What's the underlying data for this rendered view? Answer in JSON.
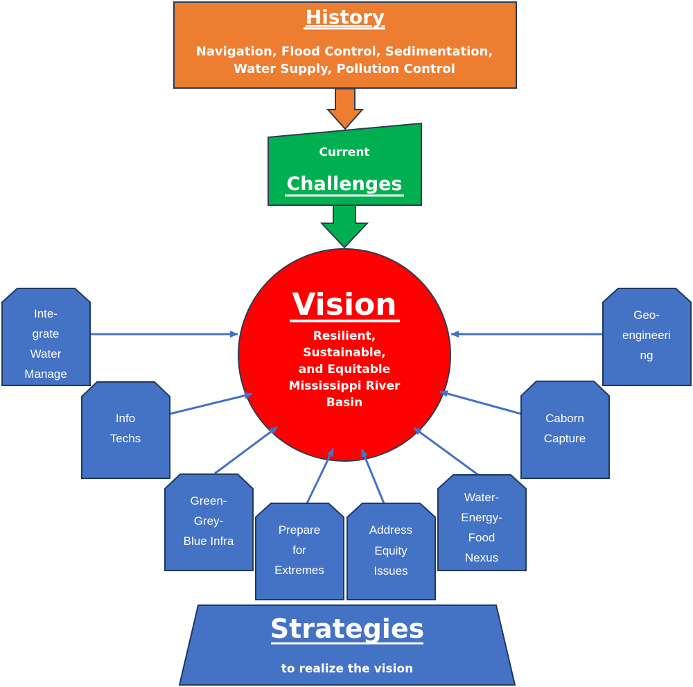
{
  "history": {
    "title": "History",
    "line1": "Navigation, Flood Control, Sedimentation,",
    "line2": "Water Supply, Pollution Control"
  },
  "challenges": {
    "subtitle": "Current",
    "title": "Challenges"
  },
  "vision": {
    "title": "Vision",
    "lines": [
      "Resilient,",
      "Sustainable,",
      "and Equitable",
      "Mississippi River",
      "Basin"
    ]
  },
  "strategies": {
    "title": "Strategies",
    "subtitle": "to realize the vision"
  },
  "strategy_boxes": {
    "integrate": [
      "Inte-",
      "grate",
      "Water",
      "Manage"
    ],
    "info": [
      "Info",
      "Techs"
    ],
    "green": [
      "Green-",
      "Grey-",
      "Blue Infra"
    ],
    "prepare": [
      "Prepare",
      "for",
      "Extremes"
    ],
    "equity": [
      "Address",
      "Equity",
      "Issues"
    ],
    "nexus": [
      "Water-",
      "Energy-",
      "Food",
      "Nexus"
    ],
    "carbon": [
      "Caborn",
      "Capture"
    ],
    "geo": [
      "Geo-",
      "engineeri",
      "ng"
    ]
  },
  "colors": {
    "history": "#ED7D31",
    "challenges": "#00B050",
    "vision": "#FF0000",
    "strategy": "#4472C4",
    "outline": "#1F3864",
    "arrow": "#4472C4",
    "text_light": "#FFFFFF"
  }
}
